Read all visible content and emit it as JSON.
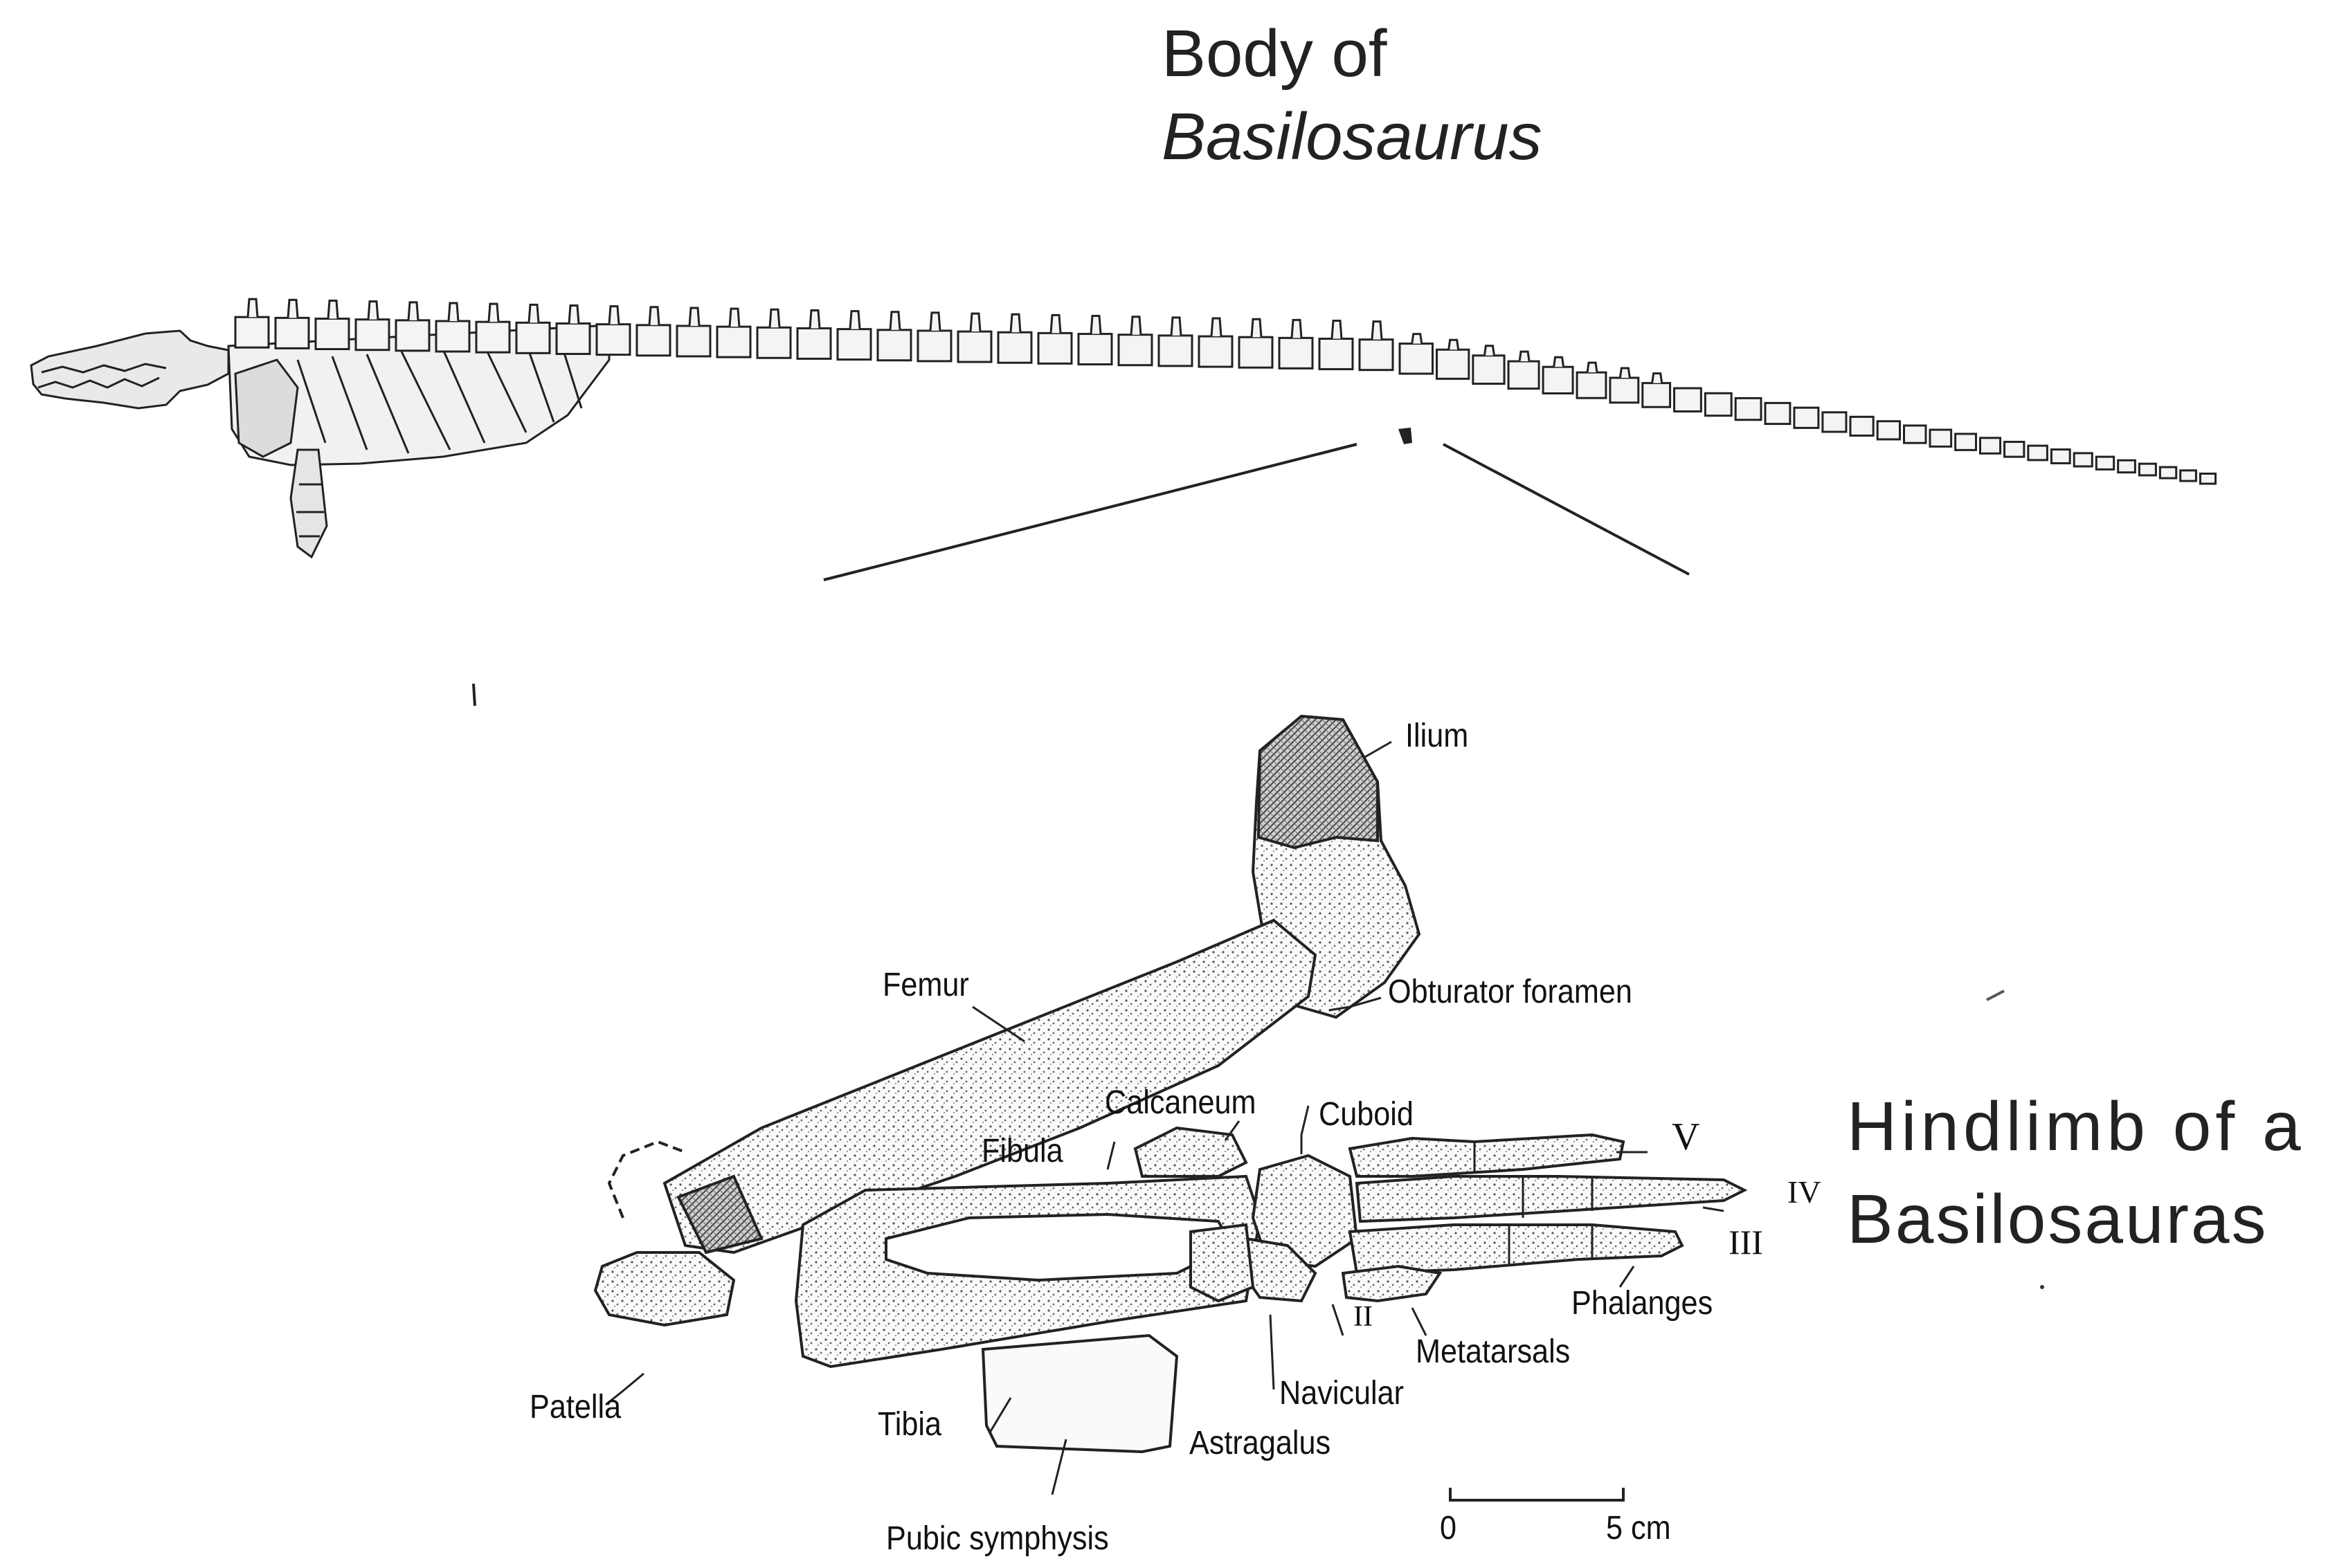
{
  "title": {
    "line1": "Body of",
    "line2": "Basilosaurus"
  },
  "hindlimb_title": {
    "line1": "Hindlimb of a",
    "line2": "Basilosauras"
  },
  "labels": {
    "ilium": "Ilium",
    "femur": "Femur",
    "obturator": "Obturator foramen",
    "calcaneum": "Calcaneum",
    "cuboid": "Cuboid",
    "fibula": "Fibula",
    "patella": "Patella",
    "tibia": "Tibia",
    "astragalus": "Astragalus",
    "navicular": "Navicular",
    "metatarsals": "Metatarsals",
    "phalanges": "Phalanges",
    "pubic": "Pubic symphysis"
  },
  "digits": {
    "v": "V",
    "iv": "IV",
    "iii": "III",
    "ii": "II"
  },
  "scale_bar": {
    "start": "0",
    "end": "5 cm"
  }
}
